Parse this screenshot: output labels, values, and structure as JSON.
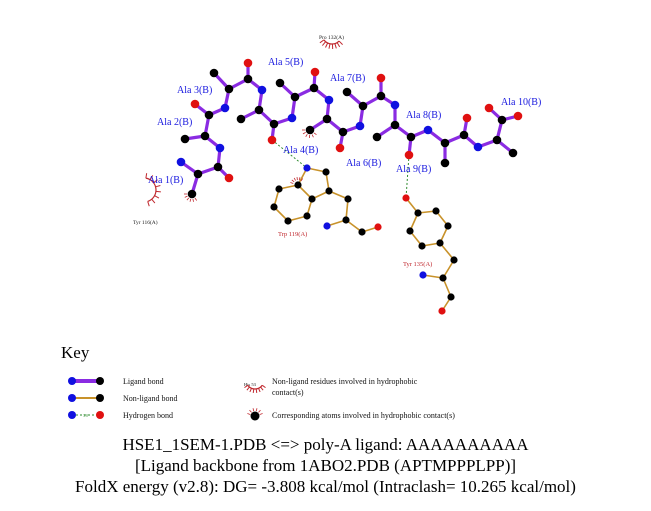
{
  "diagram": {
    "ligand_residues": [
      "Ala 1(B)",
      "Ala 2(B)",
      "Ala 3(B)",
      "Ala 4(B)",
      "Ala 5(B)",
      "Ala 6(B)",
      "Ala 7(B)",
      "Ala 8(B)",
      "Ala 9(B)",
      "Ala 10(B)"
    ],
    "hbond_residues": [
      "Trp 119(A)",
      "Tyr 135(A)"
    ],
    "hydrophobic_residues": [
      "Pro 132(A)",
      "Tyr 116(A)"
    ]
  },
  "key": {
    "title": "Key",
    "ligand_bond": "Ligand bond",
    "non_ligand_bond": "Non-ligand bond",
    "hydrogen_bond": "Hydrogen bond",
    "hbond_distance_example": "3.0",
    "hydrophobic_residue_example": "His 53",
    "hydrophobic_residue_desc_1": "Non-ligand residues involved in hydrophobic",
    "hydrophobic_residue_desc_2": "contact(s)",
    "hydrophobic_atoms_desc": "Corresponding atoms involved in hydrophobic contact(s)"
  },
  "caption": {
    "line1": "HSE1_1SEM-1.PDB <=> poly-A ligand: AAAAAAAAAA",
    "line2": "[Ligand backbone from 1ABO2.PDB (APTMPPPLPP)]",
    "line3": "FoldX energy (v2.8): DG= -3.808 kcal/mol (Intraclash= 10.265 kcal/mol)"
  },
  "colors": {
    "ligand_bond": "#8a2be2",
    "non_ligand_bond": "#c8922a",
    "carbon": "#000000",
    "nitrogen": "#1010e0",
    "oxygen": "#e01010",
    "hbond": "#2e8b2e",
    "hydrophobic": "#c0282e",
    "ligand_label": "#1a1adf"
  }
}
